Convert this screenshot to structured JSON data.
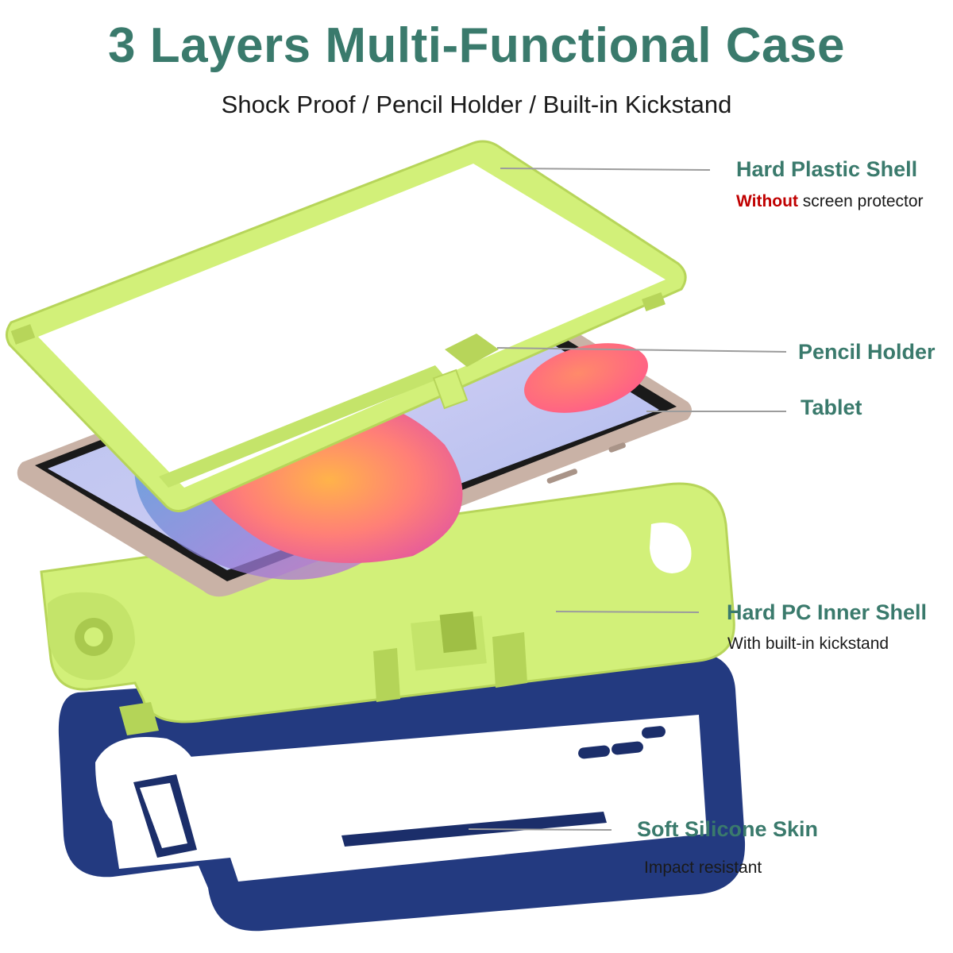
{
  "header": {
    "title": "3 Layers Multi-Functional Case",
    "subtitle": "Shock Proof / Pencil Holder / Built-in Kickstand"
  },
  "callouts": {
    "hard_plastic_shell": {
      "title": "Hard Plastic Shell",
      "desc_emphasis": "Without",
      "desc_rest": " screen protector"
    },
    "pencil_holder": {
      "title": "Pencil Holder"
    },
    "tablet": {
      "title": "Tablet"
    },
    "hard_pc_inner_shell": {
      "title": "Hard PC Inner Shell",
      "desc": "With built-in kickstand"
    },
    "soft_silicone_skin": {
      "title": "Soft Silicone Skin",
      "desc": "Impact resistant"
    }
  },
  "colors": {
    "title_green": "#3a7a6c",
    "lime_case": "#d2f079",
    "navy_skin": "#233a80",
    "emphasis_red": "#c00000"
  }
}
